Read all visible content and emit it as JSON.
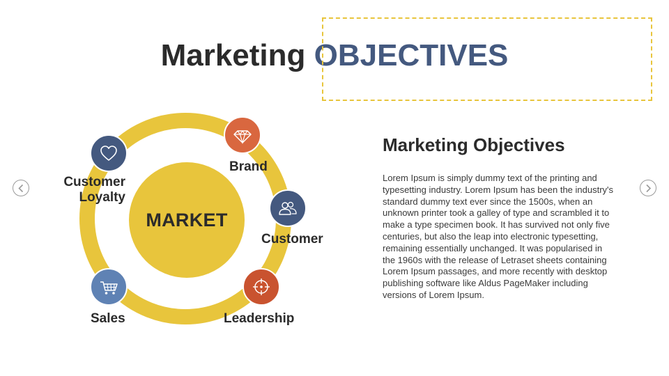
{
  "slide": {
    "title_part1": "Marketing",
    "title_part2": "OBJECTIVES"
  },
  "diagram": {
    "center_label": "MARKET",
    "nodes": [
      {
        "label": "Brand",
        "icon": "diamond-icon",
        "color": "#d9673f"
      },
      {
        "label": "Customer",
        "icon": "users-icon",
        "color": "#44597f"
      },
      {
        "label": "Leadership",
        "icon": "target-icon",
        "color": "#c9532f"
      },
      {
        "label": "Sales",
        "icon": "cart-icon",
        "color": "#5f82b4"
      },
      {
        "label_line1": "Customer",
        "label_line2": "Loyalty",
        "icon": "heart-icon",
        "color": "#44597f"
      }
    ],
    "ring_color": "#e8c53c"
  },
  "side_panel": {
    "heading": "Marketing Objectives",
    "body": "Lorem Ipsum is simply dummy text of the printing and typesetting industry. Lorem Ipsum has been the industry's standard dummy text ever since the 1500s, when an unknown printer took a galley of type and scrambled it to make a type specimen book. It has survived not only five centuries, but also the leap into electronic typesetting, remaining essentially unchanged. It was popularised in the 1960s with the release of Letraset sheets containing Lorem Ipsum passages, and more recently with desktop publishing software like Aldus PageMaker including versions of Lorem Ipsum."
  },
  "navigation": {
    "prev_icon": "chevron-left-icon",
    "next_icon": "chevron-right-icon"
  }
}
